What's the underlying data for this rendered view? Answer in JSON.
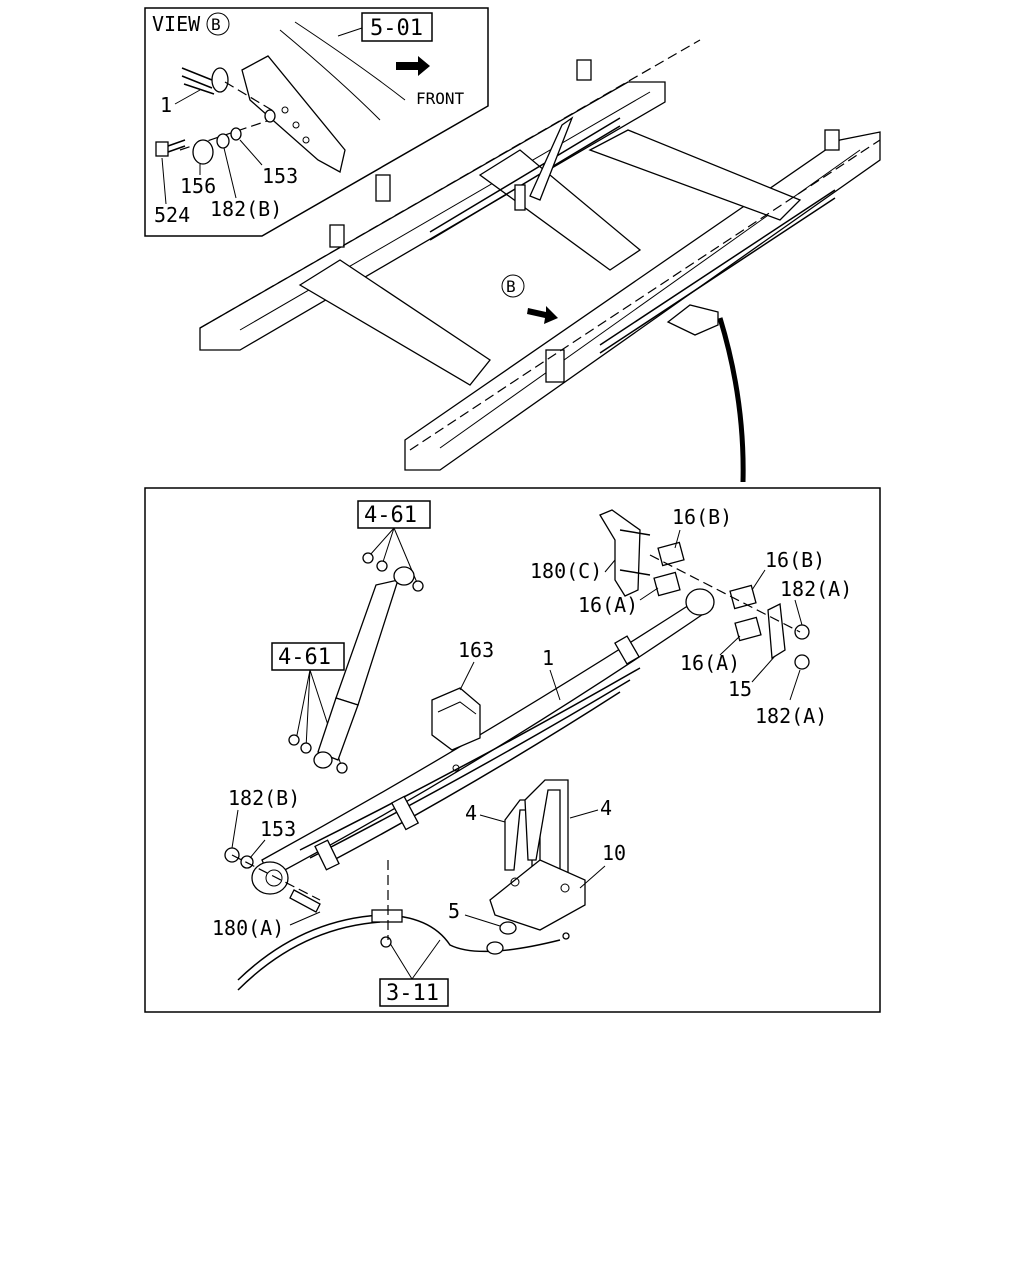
{
  "view_inset": {
    "view_label": "VIEW",
    "view_marker": "B",
    "ref_box": "5-01",
    "front_label": "FRONT",
    "callouts": [
      "1",
      "156",
      "153",
      "524",
      "182(B)"
    ]
  },
  "frame": {
    "view_marker": "B"
  },
  "detail": {
    "ref_boxes": {
      "shock_top": "4-61",
      "shock_bottom": "4-61",
      "brake": "3-11"
    },
    "callouts": {
      "c16b_top": "16(B)",
      "c16b_right": "16(B)",
      "c180c": "180(C)",
      "c182a_top": "182(A)",
      "c16a_left": "16(A)",
      "c16a_right": "16(A)",
      "c15": "15",
      "c182a_bottom": "182(A)",
      "c163": "163",
      "c1": "1",
      "c182b": "182(B)",
      "c153": "153",
      "c4_left": "4",
      "c4_right": "4",
      "c10": "10",
      "c5": "5",
      "c180a": "180(A)"
    }
  }
}
